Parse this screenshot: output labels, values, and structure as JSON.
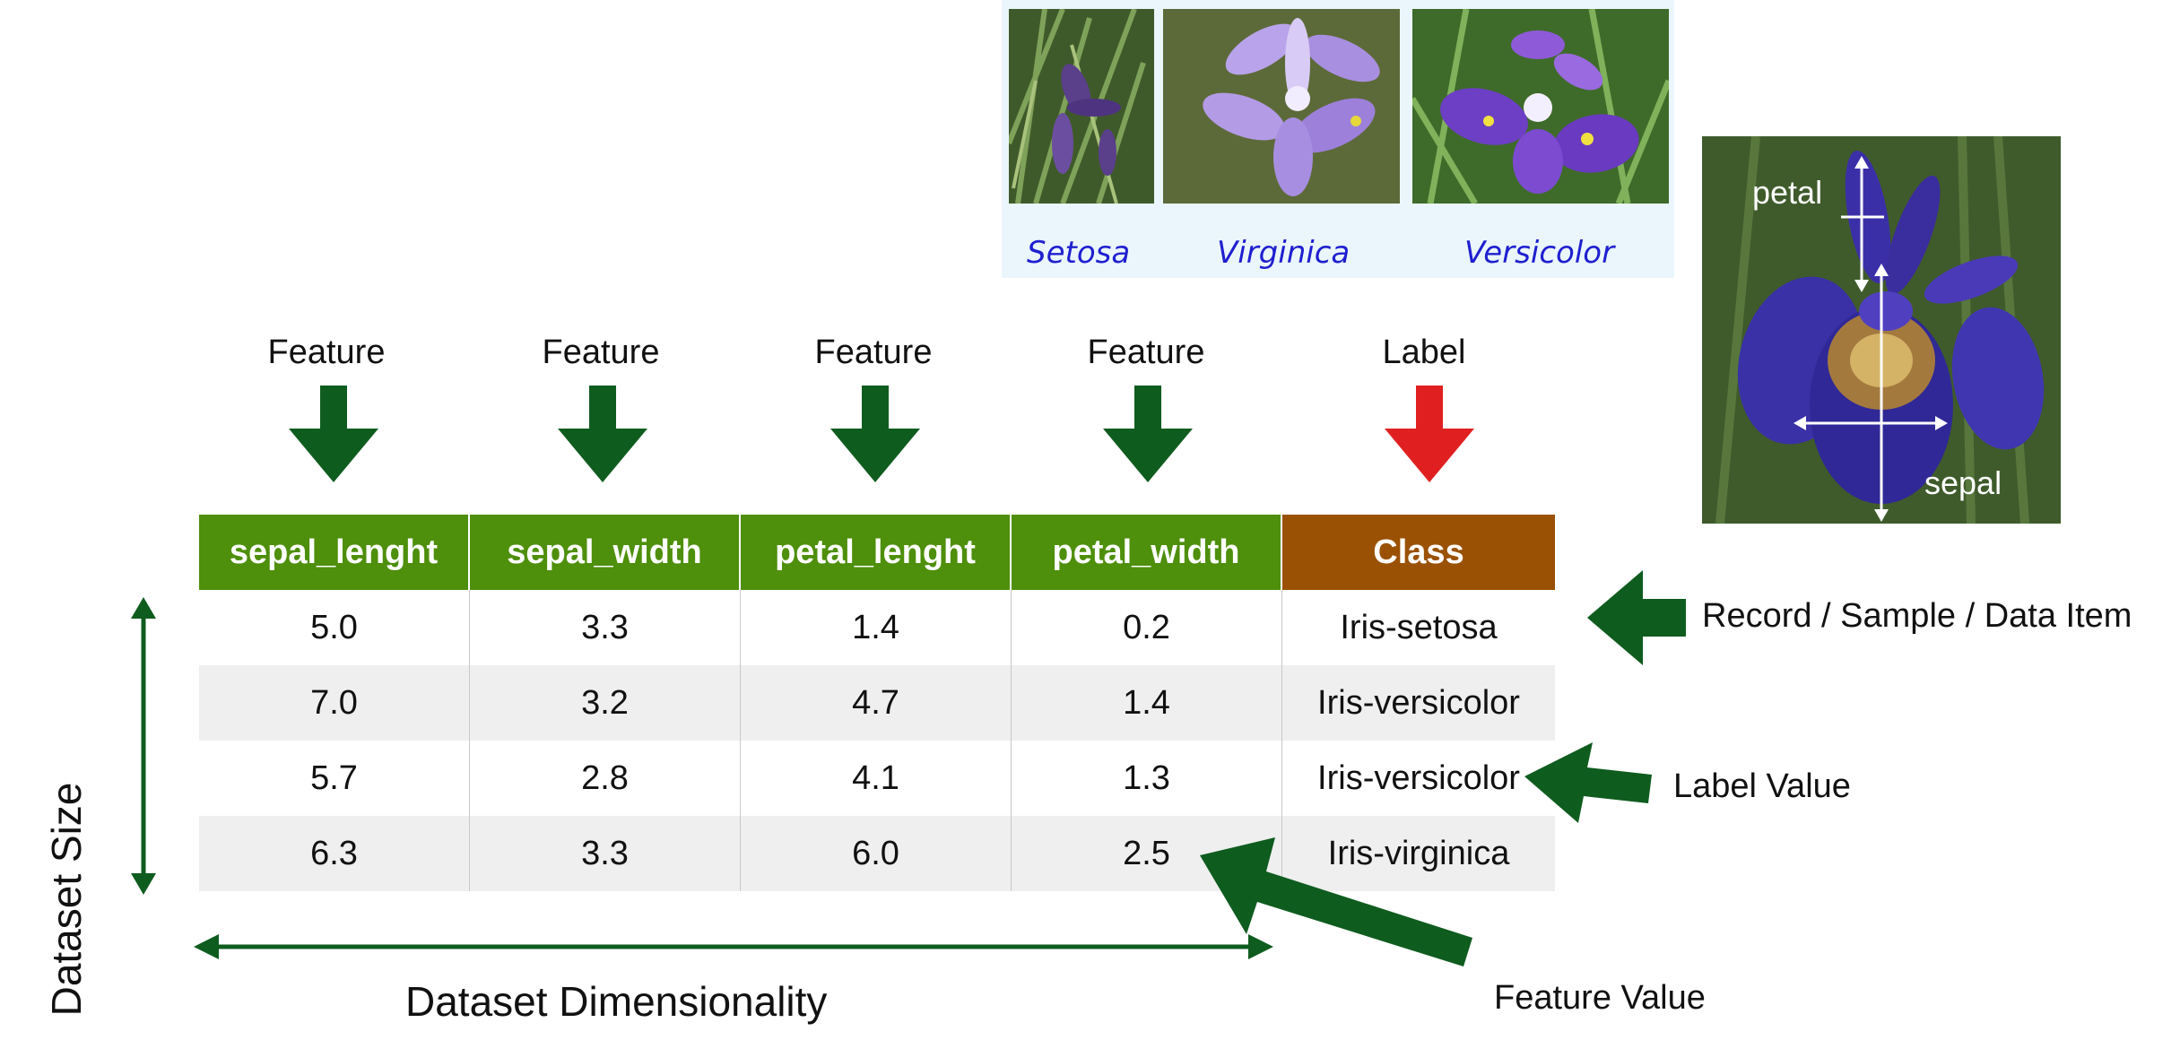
{
  "species": [
    {
      "name": "Setosa"
    },
    {
      "name": "Virginica"
    },
    {
      "name": "Versicolor"
    }
  ],
  "anatomy": {
    "petal_label": "petal",
    "sepal_label": "sepal"
  },
  "column_notes": [
    {
      "text": "Feature",
      "color": "#0f5c1f"
    },
    {
      "text": "Feature",
      "color": "#0f5c1f"
    },
    {
      "text": "Feature",
      "color": "#0f5c1f"
    },
    {
      "text": "Feature",
      "color": "#0f5c1f"
    },
    {
      "text": "Label",
      "color": "#e02020"
    }
  ],
  "table": {
    "headers": [
      "sepal_lenght",
      "sepal_width",
      "petal_lenght",
      "petal_width",
      "Class"
    ],
    "header_colors": {
      "feature": "#4e8f0b",
      "label": "#9a5104"
    },
    "rows": [
      [
        "5.0",
        "3.3",
        "1.4",
        "0.2",
        "Iris-setosa"
      ],
      [
        "7.0",
        "3.2",
        "4.7",
        "1.4",
        "Iris-versicolor"
      ],
      [
        "5.7",
        "2.8",
        "4.1",
        "1.3",
        "Iris-versicolor"
      ],
      [
        "6.3",
        "3.3",
        "6.0",
        "2.5",
        "Iris-virginica"
      ]
    ]
  },
  "annotations": {
    "record": "Record / Sample / Data Item",
    "label_value": "Label Value",
    "feature_value": "Feature Value",
    "dataset_size": "Dataset Size",
    "dataset_dimensionality": "Dataset Dimensionality"
  },
  "colors": {
    "arrow_green": "#0f5c1f",
    "arrow_red": "#e02020",
    "species_text": "#1f1fd0",
    "stripe": "#efefef"
  }
}
